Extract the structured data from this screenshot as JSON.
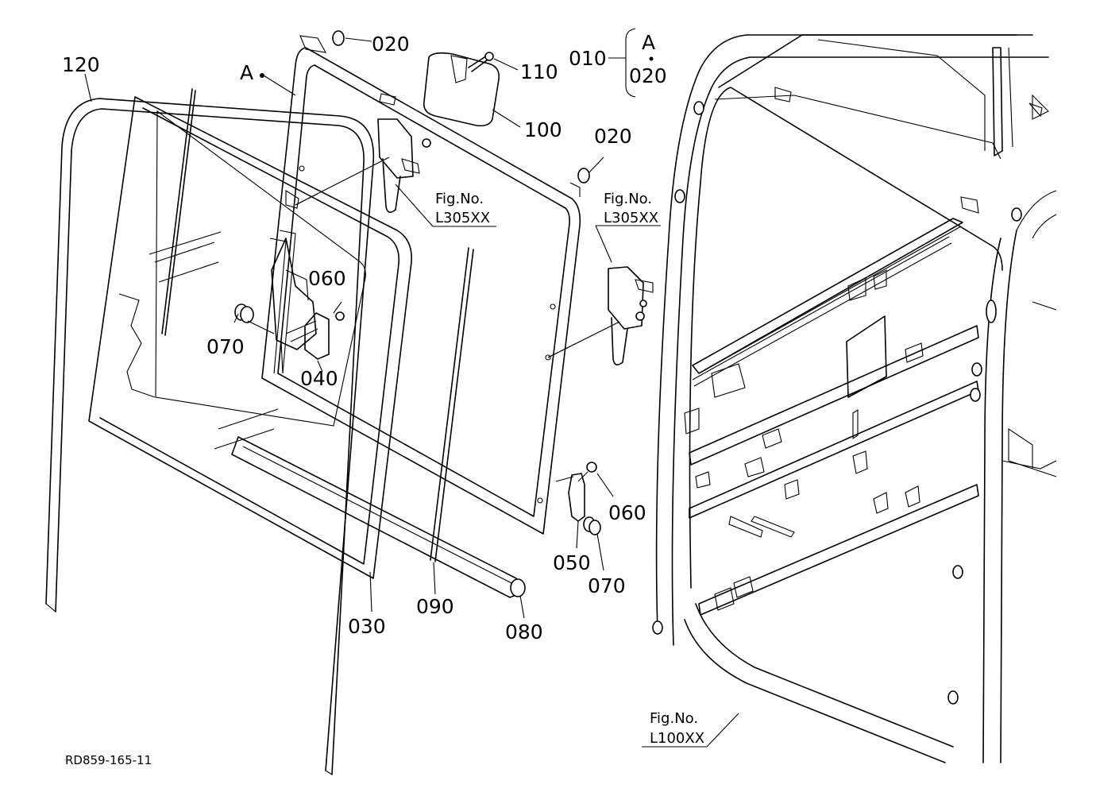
{
  "diagram": {
    "drawing_code": "RD859-165-11",
    "callouts": {
      "p120": "120",
      "pA": "A",
      "p020_top": "020",
      "p110": "110",
      "p100": "100",
      "p020_right": "020",
      "p060_left": "060",
      "p070_left": "070",
      "p040": "040",
      "p030": "030",
      "p090": "090",
      "p080": "080",
      "p060_right": "060",
      "p050": "050",
      "p070_right": "070"
    },
    "legend": {
      "group_id": "010",
      "member_a": "A",
      "member_b": "020"
    },
    "figure_refs": [
      {
        "title": "Fig.No.",
        "code": "L305XX"
      },
      {
        "title": "Fig.No.",
        "code": "L305XX"
      },
      {
        "title": "Fig.No.",
        "code": "L100XX"
      }
    ]
  }
}
